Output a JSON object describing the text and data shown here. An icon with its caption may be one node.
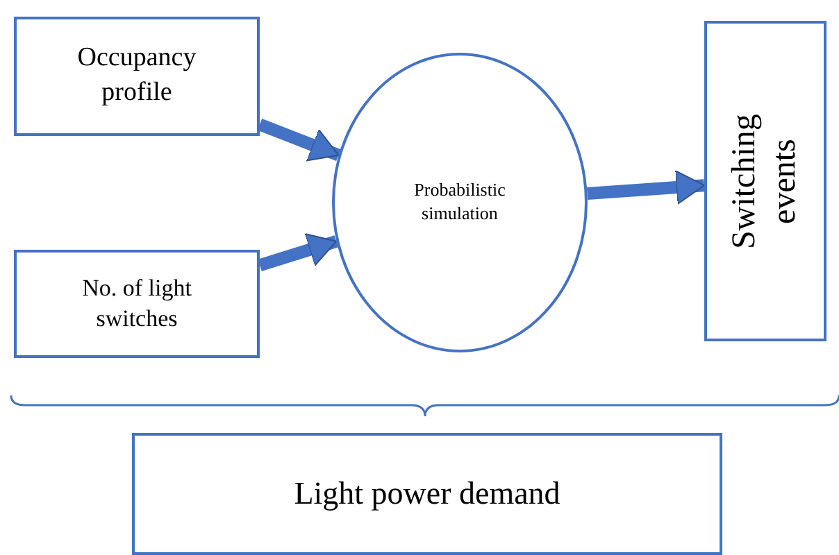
{
  "diagram": {
    "nodes": [
      {
        "text": [
          "Occupancy profile"
        ]
      },
      {
        "text": [
          "No. of light switches"
        ]
      },
      {
        "text": [
          "Probabilistic simulation"
        ]
      },
      {
        "text": [
          "Switching events"
        ]
      },
      {
        "text": [
          "Light power demand"
        ]
      }
    ],
    "edges": [
      {
        "from": 0,
        "to": 2,
        "arrow": "to"
      },
      {
        "from": 1,
        "to": 2,
        "arrow": "to"
      },
      {
        "from": 2,
        "to": 3,
        "arrow": "to"
      }
    ]
  }
}
